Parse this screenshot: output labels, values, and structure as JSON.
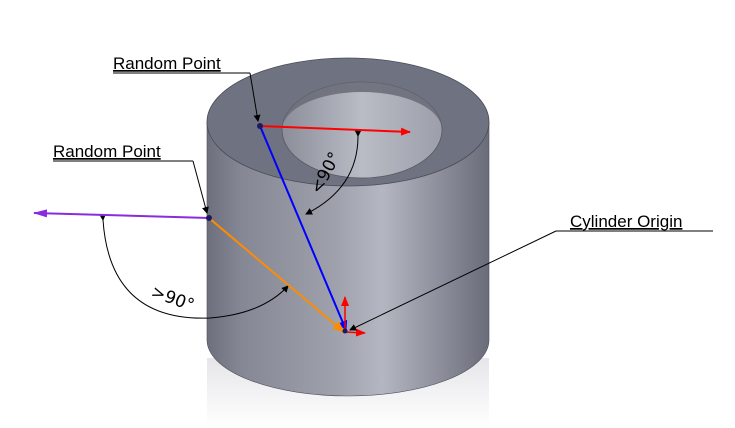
{
  "labels": {
    "random_point_top": "Random Point",
    "random_point_left": "Random Point",
    "cylinder_origin": "Cylinder Origin",
    "angle_lt_90": "<90°",
    "angle_gt_90": ">90°"
  },
  "colors": {
    "cylinder_outer": "#7c7f8b",
    "cylinder_top": "#6f7280",
    "inner_bore": "#9a9da8",
    "red_vector": "#ff0000",
    "blue_vector": "#0000ff",
    "orange_vector": "#ff8c00",
    "purple_vector": "#8a2be2",
    "leader_line": "#000000"
  }
}
